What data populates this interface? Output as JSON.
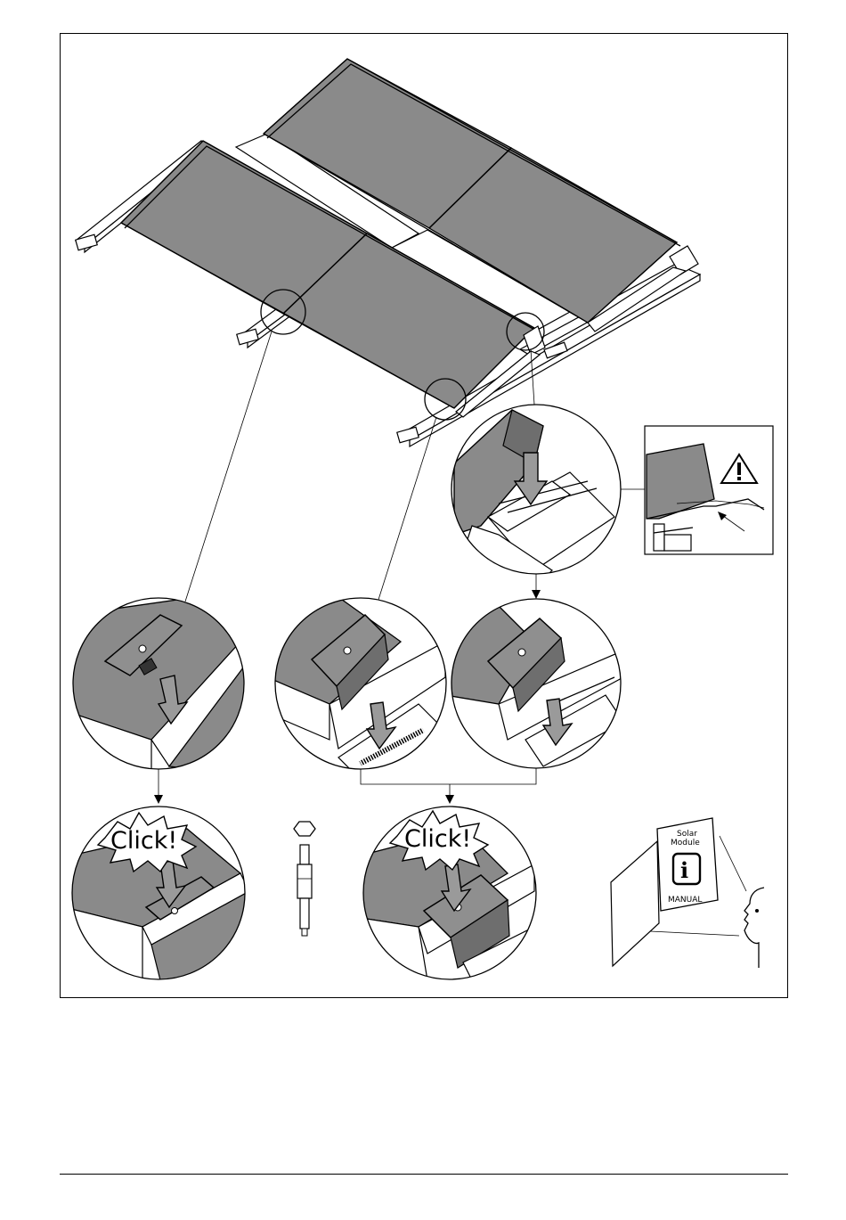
{
  "callouts": {
    "click_left": "Click!",
    "click_right": "Click!"
  },
  "manual": {
    "line1": "Solar",
    "line2": "Module",
    "info_glyph": "i",
    "title": "MANUAL"
  },
  "icons": {
    "warning": "warning-triangle-icon",
    "hex_key": "hexagon-bit-icon",
    "manual": "manual-book-icon",
    "info": "info-icon"
  }
}
